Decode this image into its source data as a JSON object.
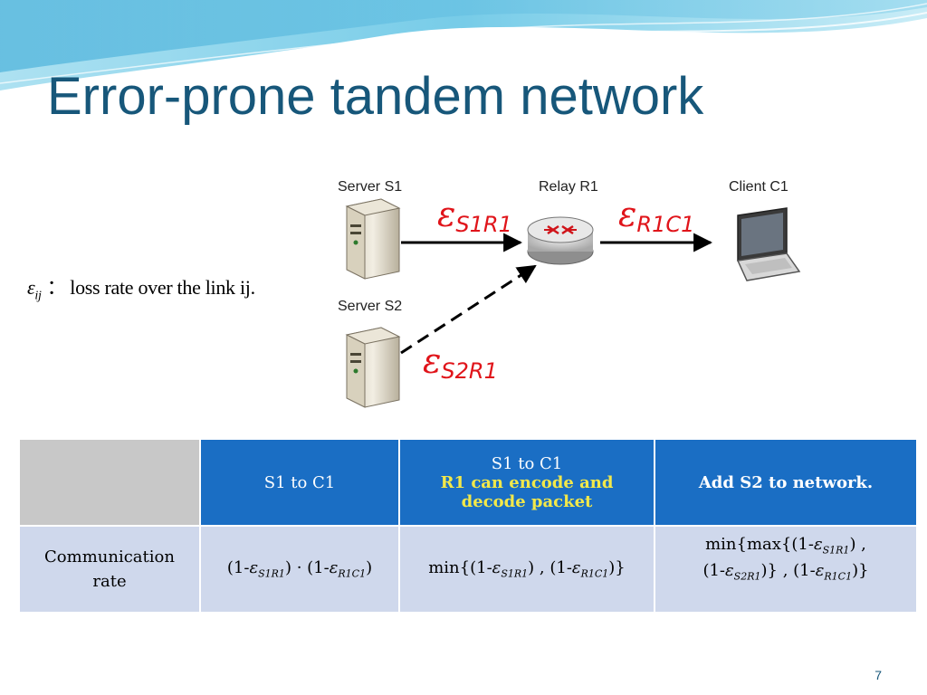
{
  "slide": {
    "title": "Error-prone tandem network",
    "page_number": "7",
    "colors": {
      "title": "#17577a",
      "header_bg": "#1a6ec4",
      "row_bg": "#cfd8ec",
      "highlight": "#f2e84a",
      "rate_red": "#e0141a"
    }
  },
  "legend": {
    "symbol": "ε",
    "subscript": "ij",
    "separator": "：",
    "text": "loss rate over the link ij."
  },
  "diagram": {
    "nodes": {
      "server_s1": "Server S1",
      "relay_r1": "Relay R1",
      "client_c1": "Client C1",
      "server_s2": "Server S2"
    },
    "rates": {
      "s1r1": {
        "symbol": "ε",
        "sub": "S1R1"
      },
      "r1c1": {
        "symbol": "ε",
        "sub": "R1C1"
      },
      "s2r1": {
        "symbol": "ε",
        "sub": "S2R1"
      }
    },
    "icons": [
      "server-icon",
      "server-icon",
      "router-icon",
      "laptop-icon"
    ]
  },
  "table": {
    "headers": {
      "col1": "S1  to C1",
      "col2_line1": "S1 to C1",
      "col2_line2": "R1 can encode and decode packet",
      "col3": "Add S2 to network."
    },
    "row": {
      "label": "Communication rate",
      "col1": {
        "p1_open": "(1-",
        "p1_sub": "S1R1",
        "p1_close": ")",
        "dot": " · ",
        "p2_open": "(1-",
        "p2_sub": "R1C1",
        "p2_close": ")"
      },
      "col2": {
        "open": "min{(1-",
        "sub1": "S1R1",
        "mid": ") , (1-",
        "sub2": "R1C1",
        "close": ")}"
      },
      "col3": {
        "open": "min{max{(1-",
        "sub1": "S1R1",
        "mid1": ") ,",
        "line2_open": "(1-",
        "sub2": "S2R1",
        "mid2": ")} , (1-",
        "sub3": "R1C1",
        "close": ")}"
      }
    }
  }
}
